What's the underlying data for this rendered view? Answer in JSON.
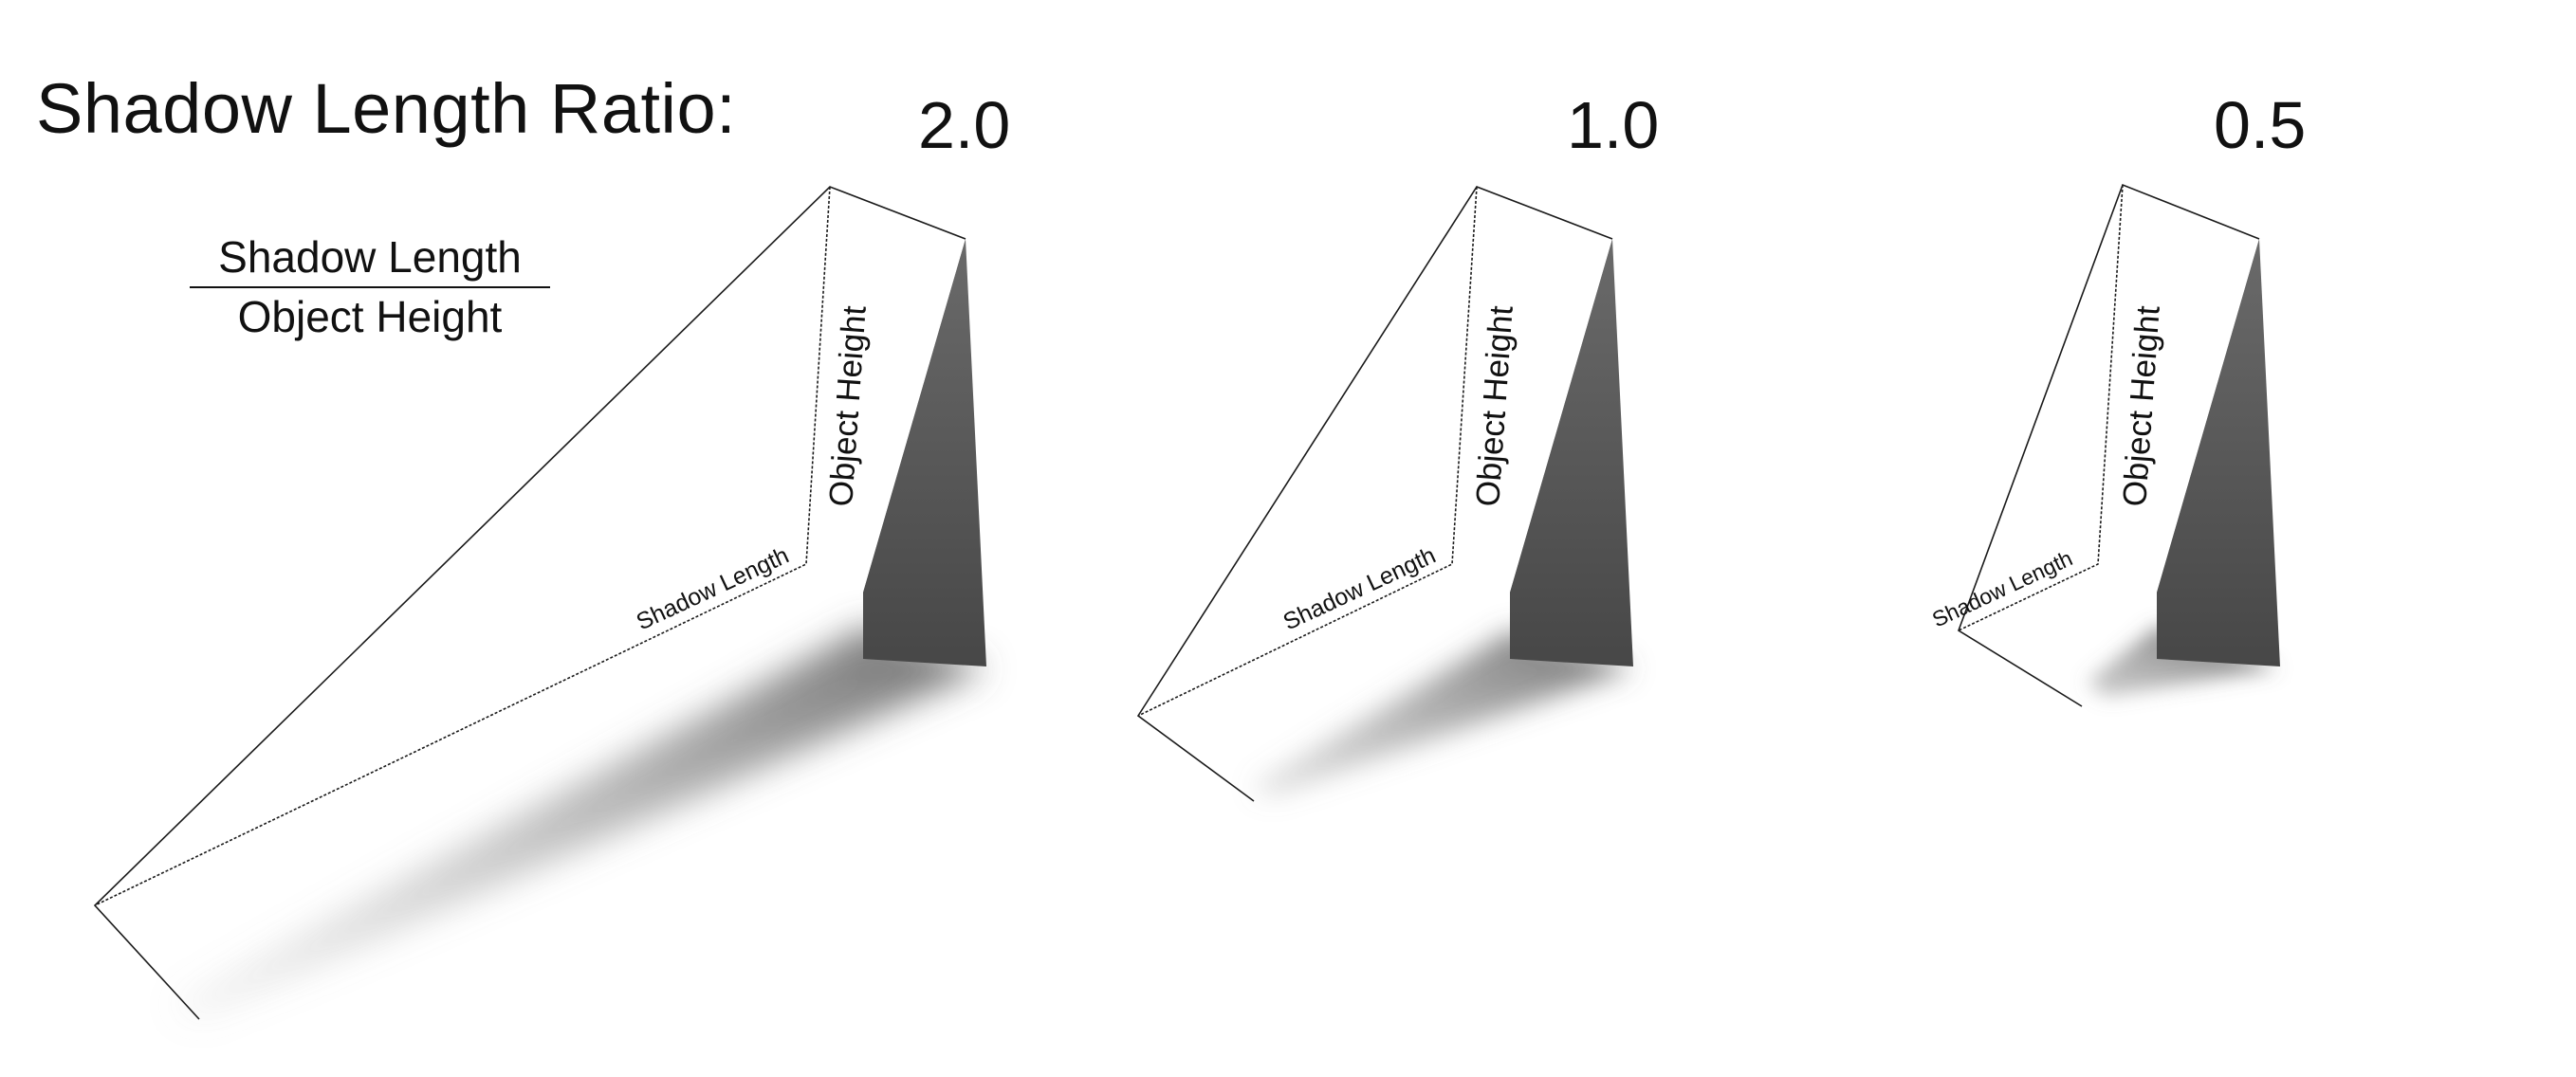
{
  "title": "Shadow Length Ratio:",
  "formula": {
    "numerator": "Shadow Length",
    "denominator": "Object Height"
  },
  "diagrams": [
    {
      "ratio": "2.0",
      "shadow_label": "Shadow Length",
      "height_label": "Object Height"
    },
    {
      "ratio": "1.0",
      "shadow_label": "Shadow Length",
      "height_label": "Object Height"
    },
    {
      "ratio": "0.5",
      "shadow_label": "Shadow Length",
      "height_label": "Object Height"
    }
  ],
  "colors": {
    "object_front": "#4a4a4a",
    "object_side": "#6a6a6a",
    "shadow": "#7a7a7a",
    "guide_line": "#1a1a1a"
  }
}
